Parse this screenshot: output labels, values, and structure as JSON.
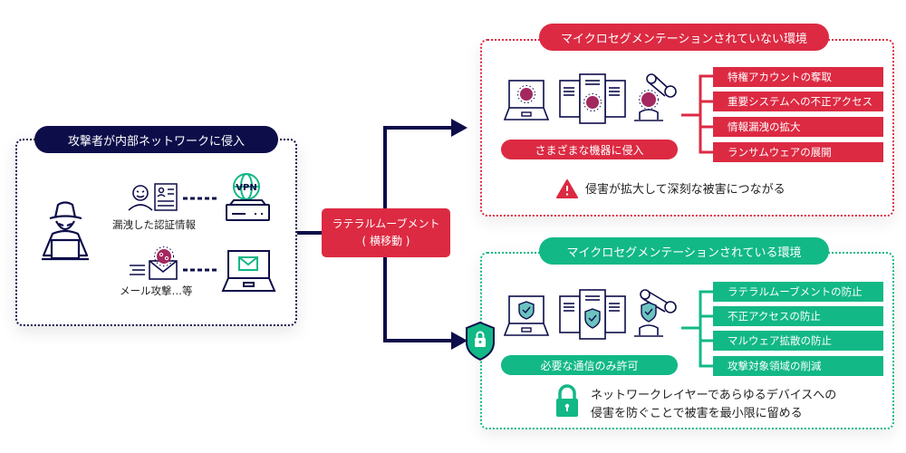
{
  "colors": {
    "navy": "#0d0d4a",
    "red": "#dc2a42",
    "green": "#12b886",
    "virus": "#a3285f",
    "shield_fill": "#6cc3bf"
  },
  "attacker": {
    "title": "攻撃者が内部ネットワークに侵入",
    "credential_label": "漏洩した認証情報",
    "mail_label": "メール攻撃…等",
    "vpn_label": "VPN",
    "icons": [
      "hacker-icon",
      "villain-face-icon",
      "id-card-icon",
      "vpn-globe-icon",
      "server-icon",
      "virus-mail-icon",
      "laptop-mail-icon"
    ]
  },
  "lateral": {
    "line1": "ラテラルムーブメント",
    "line2": "( 横移動 )"
  },
  "unsegmented": {
    "title": "マイクロセグメンテーションされていない環境",
    "devices_label": "さまざまな機器に侵入",
    "items": [
      "特権アカウントの奪取",
      "重要システムへの不正アクセス",
      "情報漏洩の拡大",
      "ランサムウェアの展開"
    ],
    "note": "侵害が拡大して深刻な被害につながる",
    "note_icon": "warning-icon"
  },
  "segmented": {
    "title": "マイクロセグメンテーションされている環境",
    "devices_label": "必要な通信のみ許可",
    "items": [
      "ラテラルムーブメントの防止",
      "不正アクセスの防止",
      "マルウェア拡散の防止",
      "攻撃対象領域の削減"
    ],
    "note_line1": "ネットワークレイヤーであらゆるデバイスへの",
    "note_line2": "侵害を防ぐことで被害を最小限に留める",
    "note_icon": "lock-icon",
    "gate_icon": "shield-lock-icon"
  }
}
